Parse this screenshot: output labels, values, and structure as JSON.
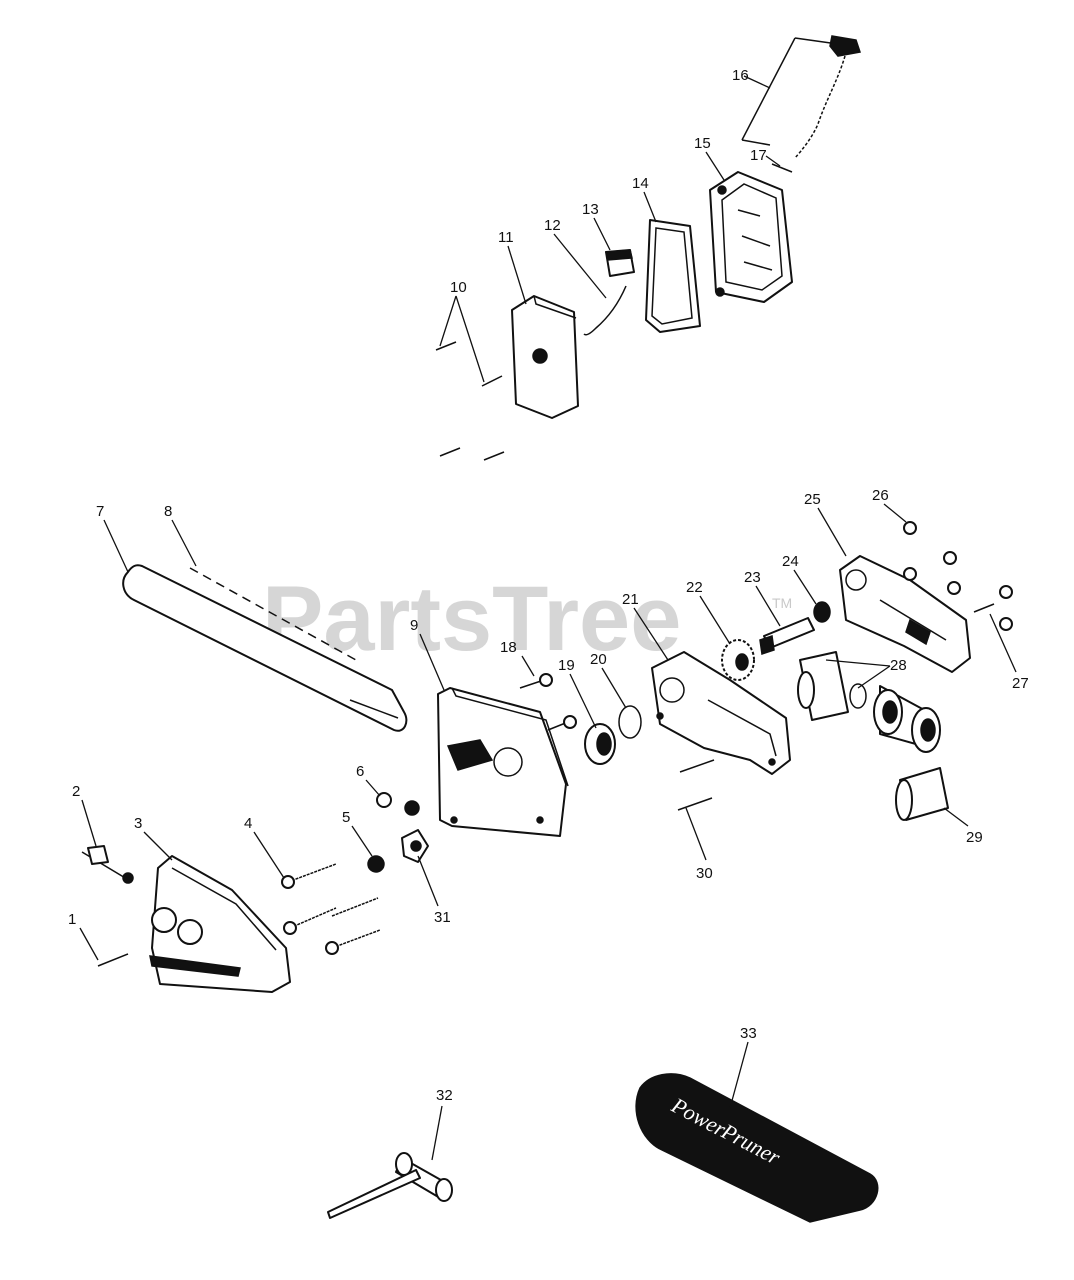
{
  "watermark": {
    "text": "PartsTree",
    "trademark": "TM"
  },
  "callouts": [
    "1",
    "2",
    "3",
    "4",
    "5",
    "6",
    "7",
    "8",
    "9",
    "10",
    "11",
    "12",
    "13",
    "14",
    "15",
    "16",
    "17",
    "18",
    "19",
    "20",
    "21",
    "22",
    "23",
    "24",
    "25",
    "26",
    "27",
    "28",
    "29",
    "30",
    "31",
    "32",
    "33"
  ],
  "sheath": {
    "line1": "Power",
    "line2": "Pruner"
  }
}
